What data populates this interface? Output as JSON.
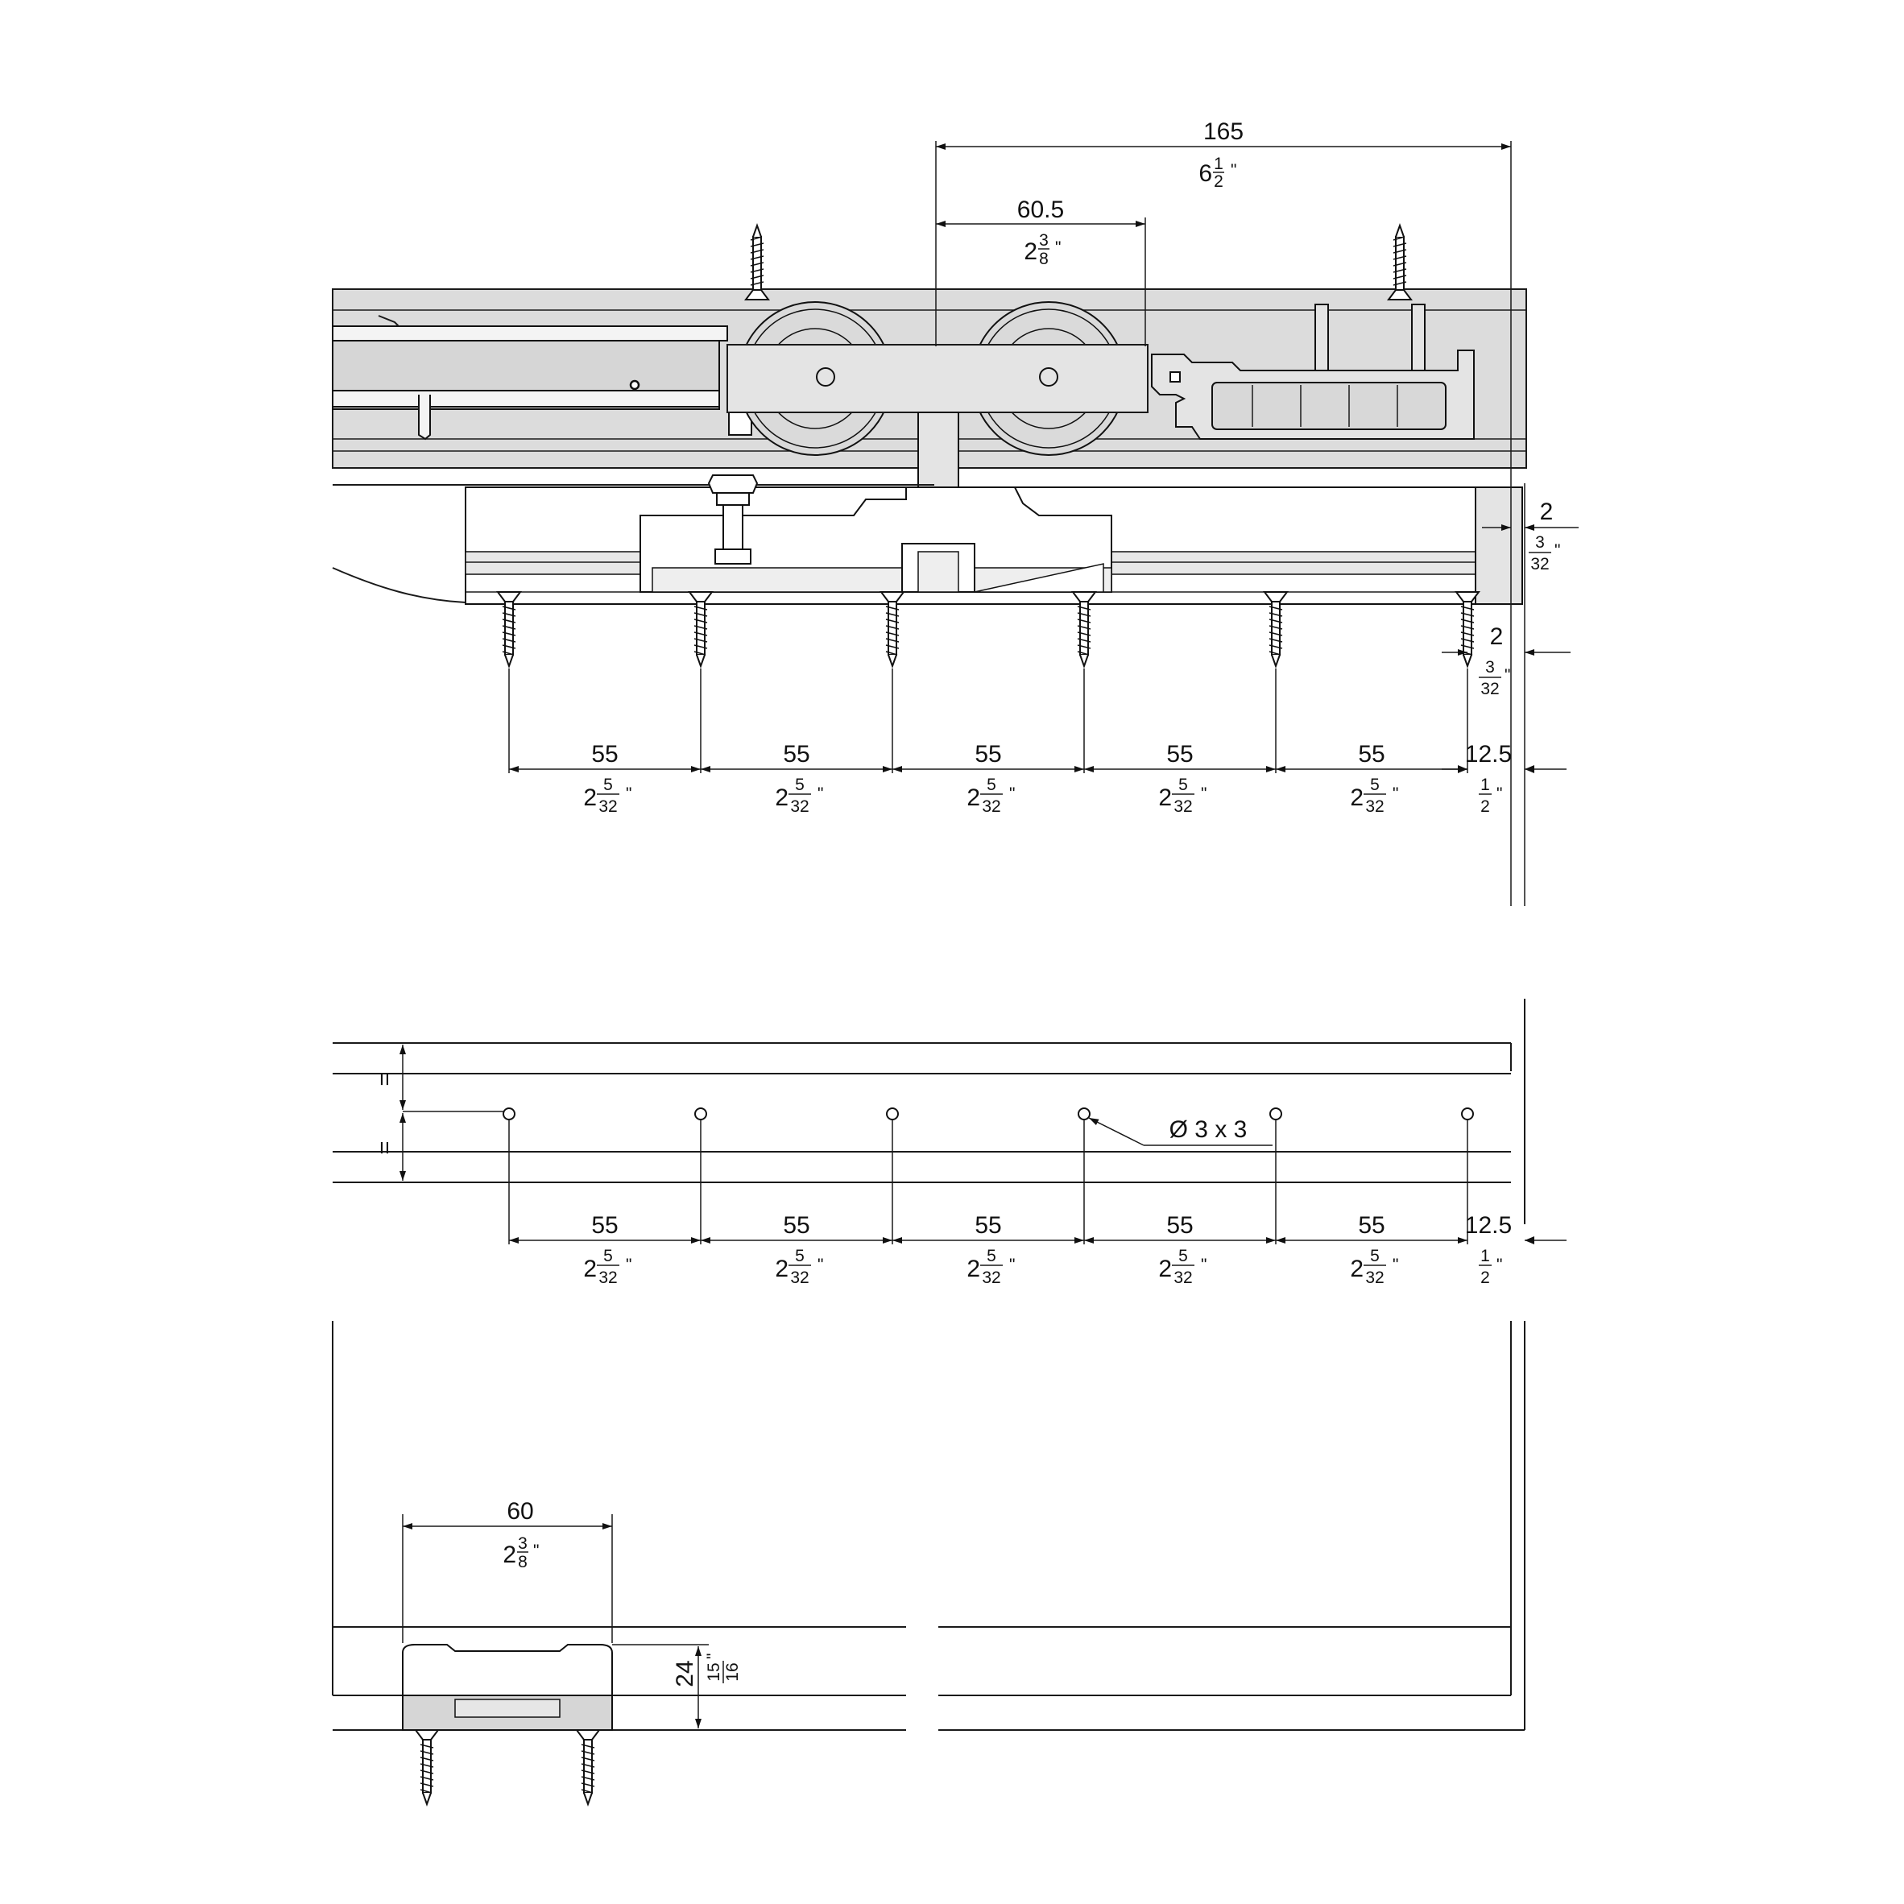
{
  "top_view": {
    "overall": {
      "mm": "165",
      "in_whole": "6",
      "in_num": "1",
      "in_den": "2"
    },
    "carriage": {
      "mm": "60.5",
      "in_whole": "2",
      "in_num": "3",
      "in_den": "8"
    },
    "offset_upper": {
      "mm": "2",
      "in_num": "3",
      "in_den": "32"
    },
    "offset_lower": {
      "mm": "2",
      "in_num": "3",
      "in_den": "32"
    },
    "spacing": [
      {
        "mm": "55",
        "in_whole": "2",
        "in_num": "5",
        "in_den": "32"
      },
      {
        "mm": "55",
        "in_whole": "2",
        "in_num": "5",
        "in_den": "32"
      },
      {
        "mm": "55",
        "in_whole": "2",
        "in_num": "5",
        "in_den": "32"
      },
      {
        "mm": "55",
        "in_whole": "2",
        "in_num": "5",
        "in_den": "32"
      },
      {
        "mm": "55",
        "in_whole": "2",
        "in_num": "5",
        "in_den": "32"
      }
    ],
    "end": {
      "mm": "12.5",
      "in_num": "1",
      "in_den": "2"
    }
  },
  "middle_view": {
    "equal_mark_1": "=",
    "equal_mark_2": "=",
    "hole_callout": "Ø 3 x 3",
    "spacing": [
      {
        "mm": "55",
        "in_whole": "2",
        "in_num": "5",
        "in_den": "32"
      },
      {
        "mm": "55",
        "in_whole": "2",
        "in_num": "5",
        "in_den": "32"
      },
      {
        "mm": "55",
        "in_whole": "2",
        "in_num": "5",
        "in_den": "32"
      },
      {
        "mm": "55",
        "in_whole": "2",
        "in_num": "5",
        "in_den": "32"
      },
      {
        "mm": "55",
        "in_whole": "2",
        "in_num": "5",
        "in_den": "32"
      }
    ],
    "end": {
      "mm": "12.5",
      "in_num": "1",
      "in_den": "2"
    }
  },
  "bottom_view": {
    "guide_width": {
      "mm": "60",
      "in_whole": "2",
      "in_num": "3",
      "in_den": "8"
    },
    "guide_height": {
      "mm": "24",
      "in_num": "15",
      "in_den": "16"
    }
  }
}
